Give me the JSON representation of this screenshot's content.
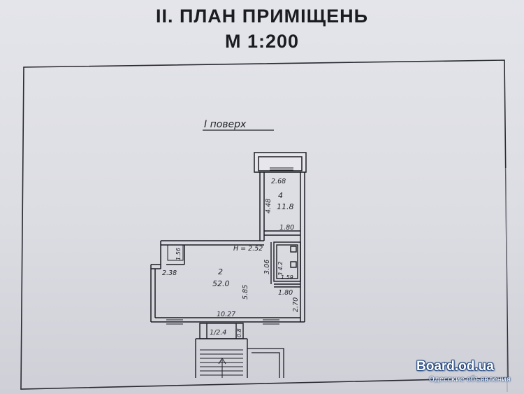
{
  "document": {
    "title_line1": "II. ПЛАН ПРИМІЩЕНЬ",
    "title_line2": "М 1:200",
    "floor_label": "I поверх"
  },
  "plan": {
    "room_4_number": "4",
    "room_4_area": "11.8",
    "dim_top_width": "2.68",
    "dim_room4_height": "4.48",
    "dim_corridor_width": "1.80",
    "ceiling_height": "H = 2.52",
    "room_2_number": "2",
    "room_2_area": "52.0",
    "dim_room2_height": "5.85",
    "dim_left_width": "2.38",
    "dim_left_small": "1.56",
    "dim_bottom_width": "10.27",
    "dim_wc_height": "3.06",
    "room_3_label": "3 4.2",
    "dim_wc_width": "1.59",
    "dim_lower_right_width": "1.80",
    "dim_lower_right_height": "2.70",
    "room_1_label": "1/2.4",
    "dim_entrance_depth": "0.8"
  },
  "watermark": {
    "site": "Board.od.ua",
    "tagline": "Одесские объявления"
  }
}
